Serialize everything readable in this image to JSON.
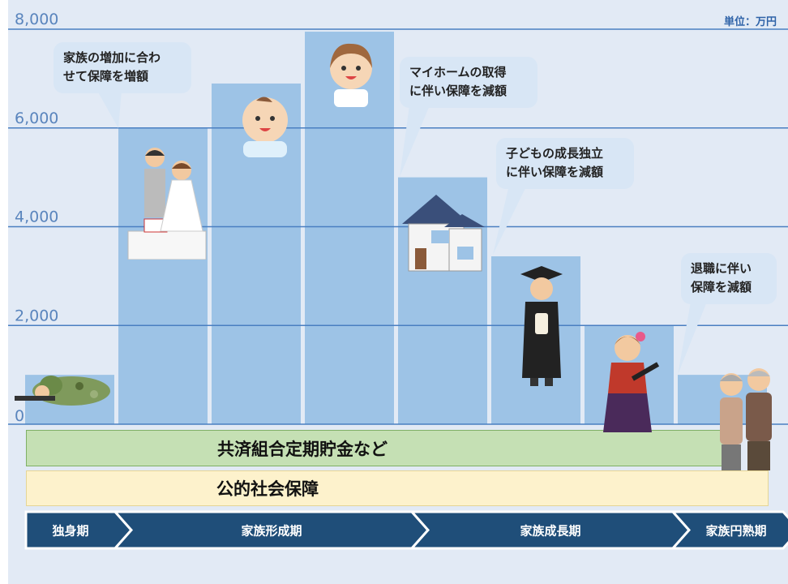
{
  "chart_data": {
    "type": "bar",
    "unit": "単位：万円",
    "ylim": [
      0,
      8000
    ],
    "yticks": [
      "8,000",
      "6,000",
      "4,000",
      "2,000",
      "0"
    ],
    "ytick_values": [
      8000,
      6000,
      4000,
      2000,
      0
    ],
    "values": [
      1000,
      6000,
      6900,
      7950,
      5000,
      3400,
      2000,
      1000
    ],
    "grid": true
  },
  "callouts": [
    {
      "text": "家族の増加に合わ\nせて保障を増額"
    },
    {
      "text": "マイホームの取得\nに伴い保障を減額"
    },
    {
      "text": "子どもの成長独立\nに伴い保障を減額"
    },
    {
      "text": "退職に伴い\n保障を減額"
    }
  ],
  "bands": {
    "mutual": "共済組合定期貯金など",
    "public": "公的社会保障"
  },
  "stages": [
    "独身期",
    "家族形成期",
    "家族成長期",
    "家族円熟期"
  ],
  "colors": {
    "bar": "#9dc3e6",
    "grid": "#4a7fc1",
    "stage": "#1f4e79",
    "callout": "#d8e6f5"
  }
}
